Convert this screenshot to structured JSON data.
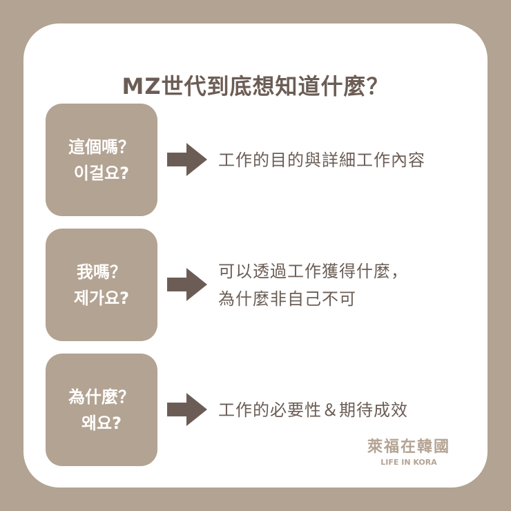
{
  "title": "MZ世代到底想知道什麼？",
  "rows": [
    {
      "question_zh": "這個嗎？",
      "question_ko": "이걸요?",
      "answer_lines": [
        "工作的目的與詳細工作內容"
      ]
    },
    {
      "question_zh": "我嗎？",
      "question_ko": "제가요?",
      "answer_lines": [
        "可以透過工作獲得什麼，",
        "為什麼非自己不可"
      ]
    },
    {
      "question_zh": "為什麼？",
      "question_ko": "왜요?",
      "answer_lines": [
        "工作的必要性＆期待成效"
      ]
    }
  ],
  "icons": {
    "arrow": "arrow-right-icon"
  },
  "brand": {
    "name_zh": "萊福在韓國",
    "name_en": "LIFE IN KORA"
  },
  "colors": {
    "background": "#b3a392",
    "card": "#ffffff",
    "box": "#b3a392",
    "text": "#6b5d55",
    "arrow": "#6b5d55"
  }
}
